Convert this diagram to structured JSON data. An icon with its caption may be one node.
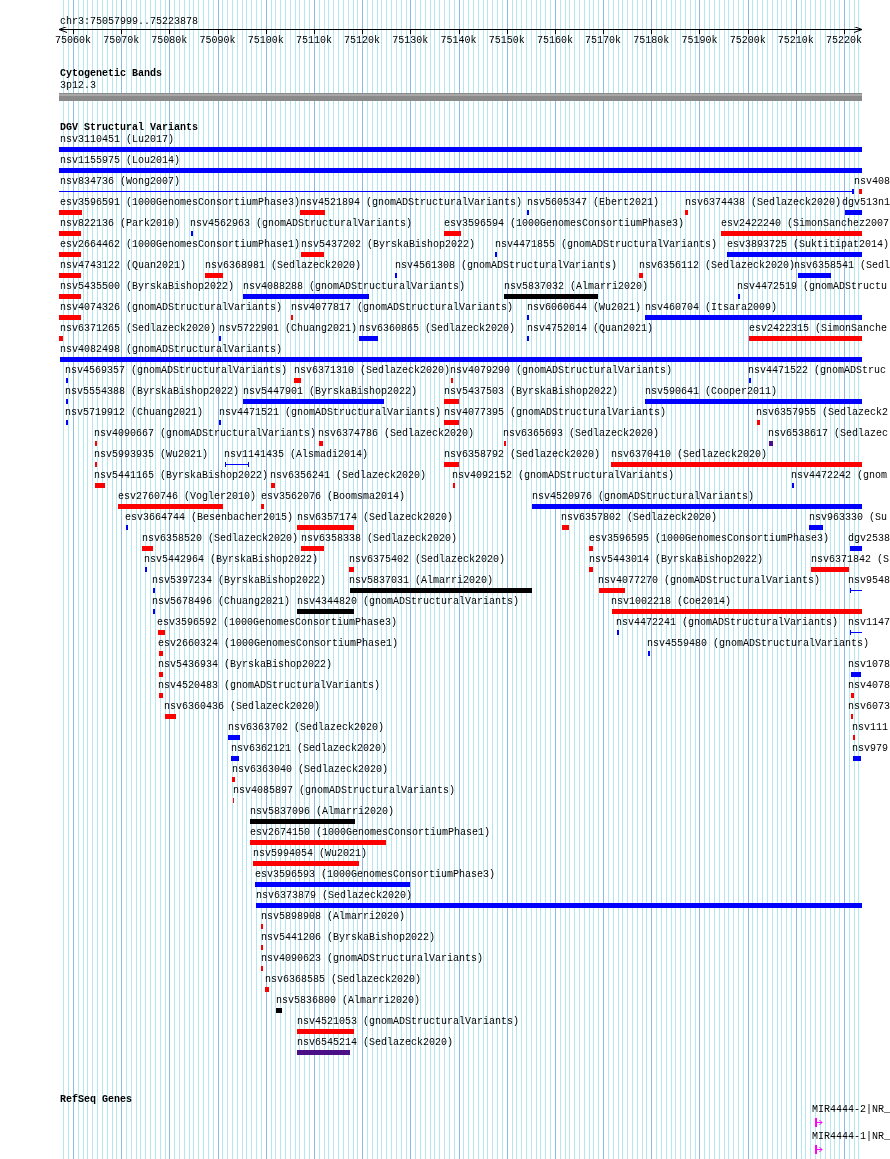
{
  "diagram": {
    "nodes": [
      {
        "text": [
          "3p12.3"
        ]
      },
      {
        "text": [
          "nsv3110451 (Lu2017)"
        ]
      },
      {
        "text": [
          "nsv1155975 (Lou2014)"
        ]
      },
      {
        "text": [
          "nsv834736 (Wong2007)"
        ]
      },
      {
        "text": [
          "nsv408"
        ]
      },
      {
        "text": [
          "esv3596591 (1000GenomesConsortiumPhase3)"
        ]
      },
      {
        "text": [
          "nsv4521894 (gnomADStructuralVariants)"
        ]
      },
      {
        "text": [
          "nsv5605347 (Ebert2021)"
        ]
      },
      {
        "text": [
          "nsv6374438 (Sedlazeck2020)"
        ]
      },
      {
        "text": [
          "dgv513n1"
        ]
      },
      {
        "text": [
          "nsv822136 (Park2010)"
        ]
      },
      {
        "text": [
          "nsv4562963 (gnomADStructuralVariants)"
        ]
      },
      {
        "text": [
          "esv3596594 (1000GenomesConsortiumPhase3)"
        ]
      },
      {
        "text": [
          "esv2422240 (SimonSanchez2007"
        ]
      },
      {
        "text": [
          "esv2664462 (1000GenomesConsortiumPhase1)"
        ]
      },
      {
        "text": [
          "nsv5437202 (ByrskaBishop2022)"
        ]
      },
      {
        "text": [
          "nsv4471855 (gnomADStructuralVariants)"
        ]
      },
      {
        "text": [
          "esv3893725 (Suktitipat2014)"
        ]
      },
      {
        "text": [
          "nsv4743122 (Quan2021)"
        ]
      },
      {
        "text": [
          "nsv6368981 (Sedlazeck2020)"
        ]
      },
      {
        "text": [
          "nsv4561308 (gnomADStructuralVariants)"
        ]
      },
      {
        "text": [
          "nsv6356112 (Sedlazeck2020)"
        ]
      },
      {
        "text": [
          "nsv6358541 (Sedl"
        ]
      },
      {
        "text": [
          "nsv5435500 (ByrskaBishop2022)"
        ]
      },
      {
        "text": [
          "nsv4088288 (gnomADStructuralVariants)"
        ]
      },
      {
        "text": [
          "nsv5837032 (Almarri2020)"
        ]
      },
      {
        "text": [
          "nsv4472519 (gnomADStructu"
        ]
      },
      {
        "text": [
          "nsv4074326 (gnomADStructuralVariants)"
        ]
      },
      {
        "text": [
          "nsv4077817 (gnomADStructuralVariants)"
        ]
      },
      {
        "text": [
          "nsv6060644 (Wu2021)"
        ]
      },
      {
        "text": [
          "nsv460704 (Itsara2009)"
        ]
      },
      {
        "text": [
          "nsv6371265 (Sedlazeck2020)"
        ]
      },
      {
        "text": [
          "nsv5722901 (Chuang2021)"
        ]
      },
      {
        "text": [
          "nsv6360865 (Sedlazeck2020)"
        ]
      },
      {
        "text": [
          "nsv4752014 (Quan2021)"
        ]
      },
      {
        "text": [
          "esv2422315 (SimonSanche"
        ]
      },
      {
        "text": [
          "nsv4082498 (gnomADStructuralVariants)"
        ]
      },
      {
        "text": [
          "nsv4569357 (gnomADStructuralVariants)"
        ]
      },
      {
        "text": [
          "nsv6371310 (Sedlazeck2020)"
        ]
      },
      {
        "text": [
          "nsv4079290 (gnomADStructuralVariants)"
        ]
      },
      {
        "text": [
          "nsv4471522 (gnomADStruc"
        ]
      },
      {
        "text": [
          "nsv5554388 (ByrskaBishop2022)"
        ]
      },
      {
        "text": [
          "nsv5447901 (ByrskaBishop2022)"
        ]
      },
      {
        "text": [
          "nsv5437503 (ByrskaBishop2022)"
        ]
      },
      {
        "text": [
          "nsv590641 (Cooper2011)"
        ]
      },
      {
        "text": [
          "nsv5719912 (Chuang2021)"
        ]
      },
      {
        "text": [
          "nsv4471521 (gnomADStructuralVariants)"
        ]
      },
      {
        "text": [
          "nsv4077395 (gnomADStructuralVariants)"
        ]
      },
      {
        "text": [
          "nsv6357955 (Sedlazeck2"
        ]
      },
      {
        "text": [
          "nsv4090667 (gnomADStructuralVariants)"
        ]
      },
      {
        "text": [
          "nsv6374786 (Sedlazeck2020)"
        ]
      },
      {
        "text": [
          "nsv6365693 (Sedlazeck2020)"
        ]
      },
      {
        "text": [
          "nsv6538617 (Sedlazec"
        ]
      },
      {
        "text": [
          "nsv5993935 (Wu2021)"
        ]
      },
      {
        "text": [
          "nsv1141435 (Alsmadi2014)"
        ]
      },
      {
        "text": [
          "nsv6358792 (Sedlazeck2020)"
        ]
      },
      {
        "text": [
          "nsv6370410 (Sedlazeck2020)"
        ]
      },
      {
        "text": [
          "nsv5441165 (ByrskaBishop2022)"
        ]
      },
      {
        "text": [
          "nsv6356241 (Sedlazeck2020)"
        ]
      },
      {
        "text": [
          "nsv4092152 (gnomADStructuralVariants)"
        ]
      },
      {
        "text": [
          "nsv4472242 (gnom"
        ]
      },
      {
        "text": [
          "esv2760746 (Vogler2010)"
        ]
      },
      {
        "text": [
          "esv3562076 (Boomsma2014)"
        ]
      },
      {
        "text": [
          "nsv4520976 (gnomADStructuralVariants)"
        ]
      },
      {
        "text": [
          "esv3664744 (Besenbacher2015)"
        ]
      },
      {
        "text": [
          "nsv6357174 (Sedlazeck2020)"
        ]
      },
      {
        "text": [
          "nsv6357802 (Sedlazeck2020)"
        ]
      },
      {
        "text": [
          "nsv963330 (Su"
        ]
      },
      {
        "text": [
          "nsv6358520 (Sedlazeck2020)"
        ]
      },
      {
        "text": [
          "nsv6358338 (Sedlazeck2020)"
        ]
      },
      {
        "text": [
          "esv3596595 (1000GenomesConsortiumPhase3)"
        ]
      },
      {
        "text": [
          "dgv2538"
        ]
      },
      {
        "text": [
          "nsv5442964 (ByrskaBishop2022)"
        ]
      },
      {
        "text": [
          "nsv6375402 (Sedlazeck2020)"
        ]
      },
      {
        "text": [
          "nsv5443014 (ByrskaBishop2022)"
        ]
      },
      {
        "text": [
          "nsv6371842 (S"
        ]
      },
      {
        "text": [
          "nsv5397234 (ByrskaBishop2022)"
        ]
      },
      {
        "text": [
          "nsv5837031 (Almarri2020)"
        ]
      },
      {
        "text": [
          "nsv4077270 (gnomADStructuralVariants)"
        ]
      },
      {
        "text": [
          "nsv9548"
        ]
      },
      {
        "text": [
          "nsv5678496 (Chuang2021)"
        ]
      },
      {
        "text": [
          "nsv4344820 (gnomADStructuralVariants)"
        ]
      },
      {
        "text": [
          "nsv1002218 (Coe2014)"
        ]
      },
      {
        "text": [
          "esv3596592 (1000GenomesConsortiumPhase3)"
        ]
      },
      {
        "text": [
          "nsv4472241 (gnomADStructuralVariants)"
        ]
      },
      {
        "text": [
          "nsv1147"
        ]
      },
      {
        "text": [
          "esv2660324 (1000GenomesConsortiumPhase1)"
        ]
      },
      {
        "text": [
          "nsv4559480 (gnomADStructuralVariants)"
        ]
      },
      {
        "text": [
          "nsv5436934 (ByrskaBishop2022)"
        ]
      },
      {
        "text": [
          "nsv1078"
        ]
      },
      {
        "text": [
          "nsv4520483 (gnomADStructuralVariants)"
        ]
      },
      {
        "text": [
          "nsv4078"
        ]
      },
      {
        "text": [
          "nsv6360436 (Sedlazeck2020)"
        ]
      },
      {
        "text": [
          "nsv6073"
        ]
      },
      {
        "text": [
          "nsv6363702 (Sedlazeck2020)"
        ]
      },
      {
        "text": [
          "nsv111"
        ]
      },
      {
        "text": [
          "nsv6362121 (Sedlazeck2020)"
        ]
      },
      {
        "text": [
          "nsv979"
        ]
      },
      {
        "text": [
          "nsv6363040 (Sedlazeck2020)"
        ]
      },
      {
        "text": [
          "nsv4085897 (gnomADStructuralVariants)"
        ]
      },
      {
        "text": [
          "nsv5837096 (Almarri2020)"
        ]
      },
      {
        "text": [
          "esv2674150 (1000GenomesConsortiumPhase1)"
        ]
      },
      {
        "text": [
          "nsv5994054 (Wu2021)"
        ]
      },
      {
        "text": [
          "esv3596593 (1000GenomesConsortiumPhase3)"
        ]
      },
      {
        "text": [
          "nsv6373879 (Sedlazeck2020)"
        ]
      },
      {
        "text": [
          "nsv5898908 (Almarri2020)"
        ]
      },
      {
        "text": [
          "nsv5441206 (ByrskaBishop2022)"
        ]
      },
      {
        "text": [
          "nsv4090623 (gnomADStructuralVariants)"
        ]
      },
      {
        "text": [
          "nsv6368585 (Sedlazeck2020)"
        ]
      },
      {
        "text": [
          "nsv5836800 (Almarri2020)"
        ]
      },
      {
        "text": [
          "nsv4521053 (gnomADStructuralVariants)"
        ]
      },
      {
        "text": [
          "nsv6545214 (Sedlazeck2020)"
        ]
      },
      {
        "text": [
          "MIR4444-2|NR_"
        ]
      },
      {
        "text": [
          "MIR4444-1|NR_"
        ]
      }
    ],
    "labels": [
      "chr3:75057999..75223878",
      "75060k",
      "75070k",
      "75080k",
      "75090k",
      "75100k",
      "75110k",
      "75120k",
      "75130k",
      "75140k",
      "75150k",
      "75160k",
      "75170k",
      "75180k",
      "75190k",
      "75200k",
      "75210k",
      "75220k",
      "Cytogenetic Bands",
      "DGV Structural Variants",
      "RefSeq Genes"
    ]
  }
}
